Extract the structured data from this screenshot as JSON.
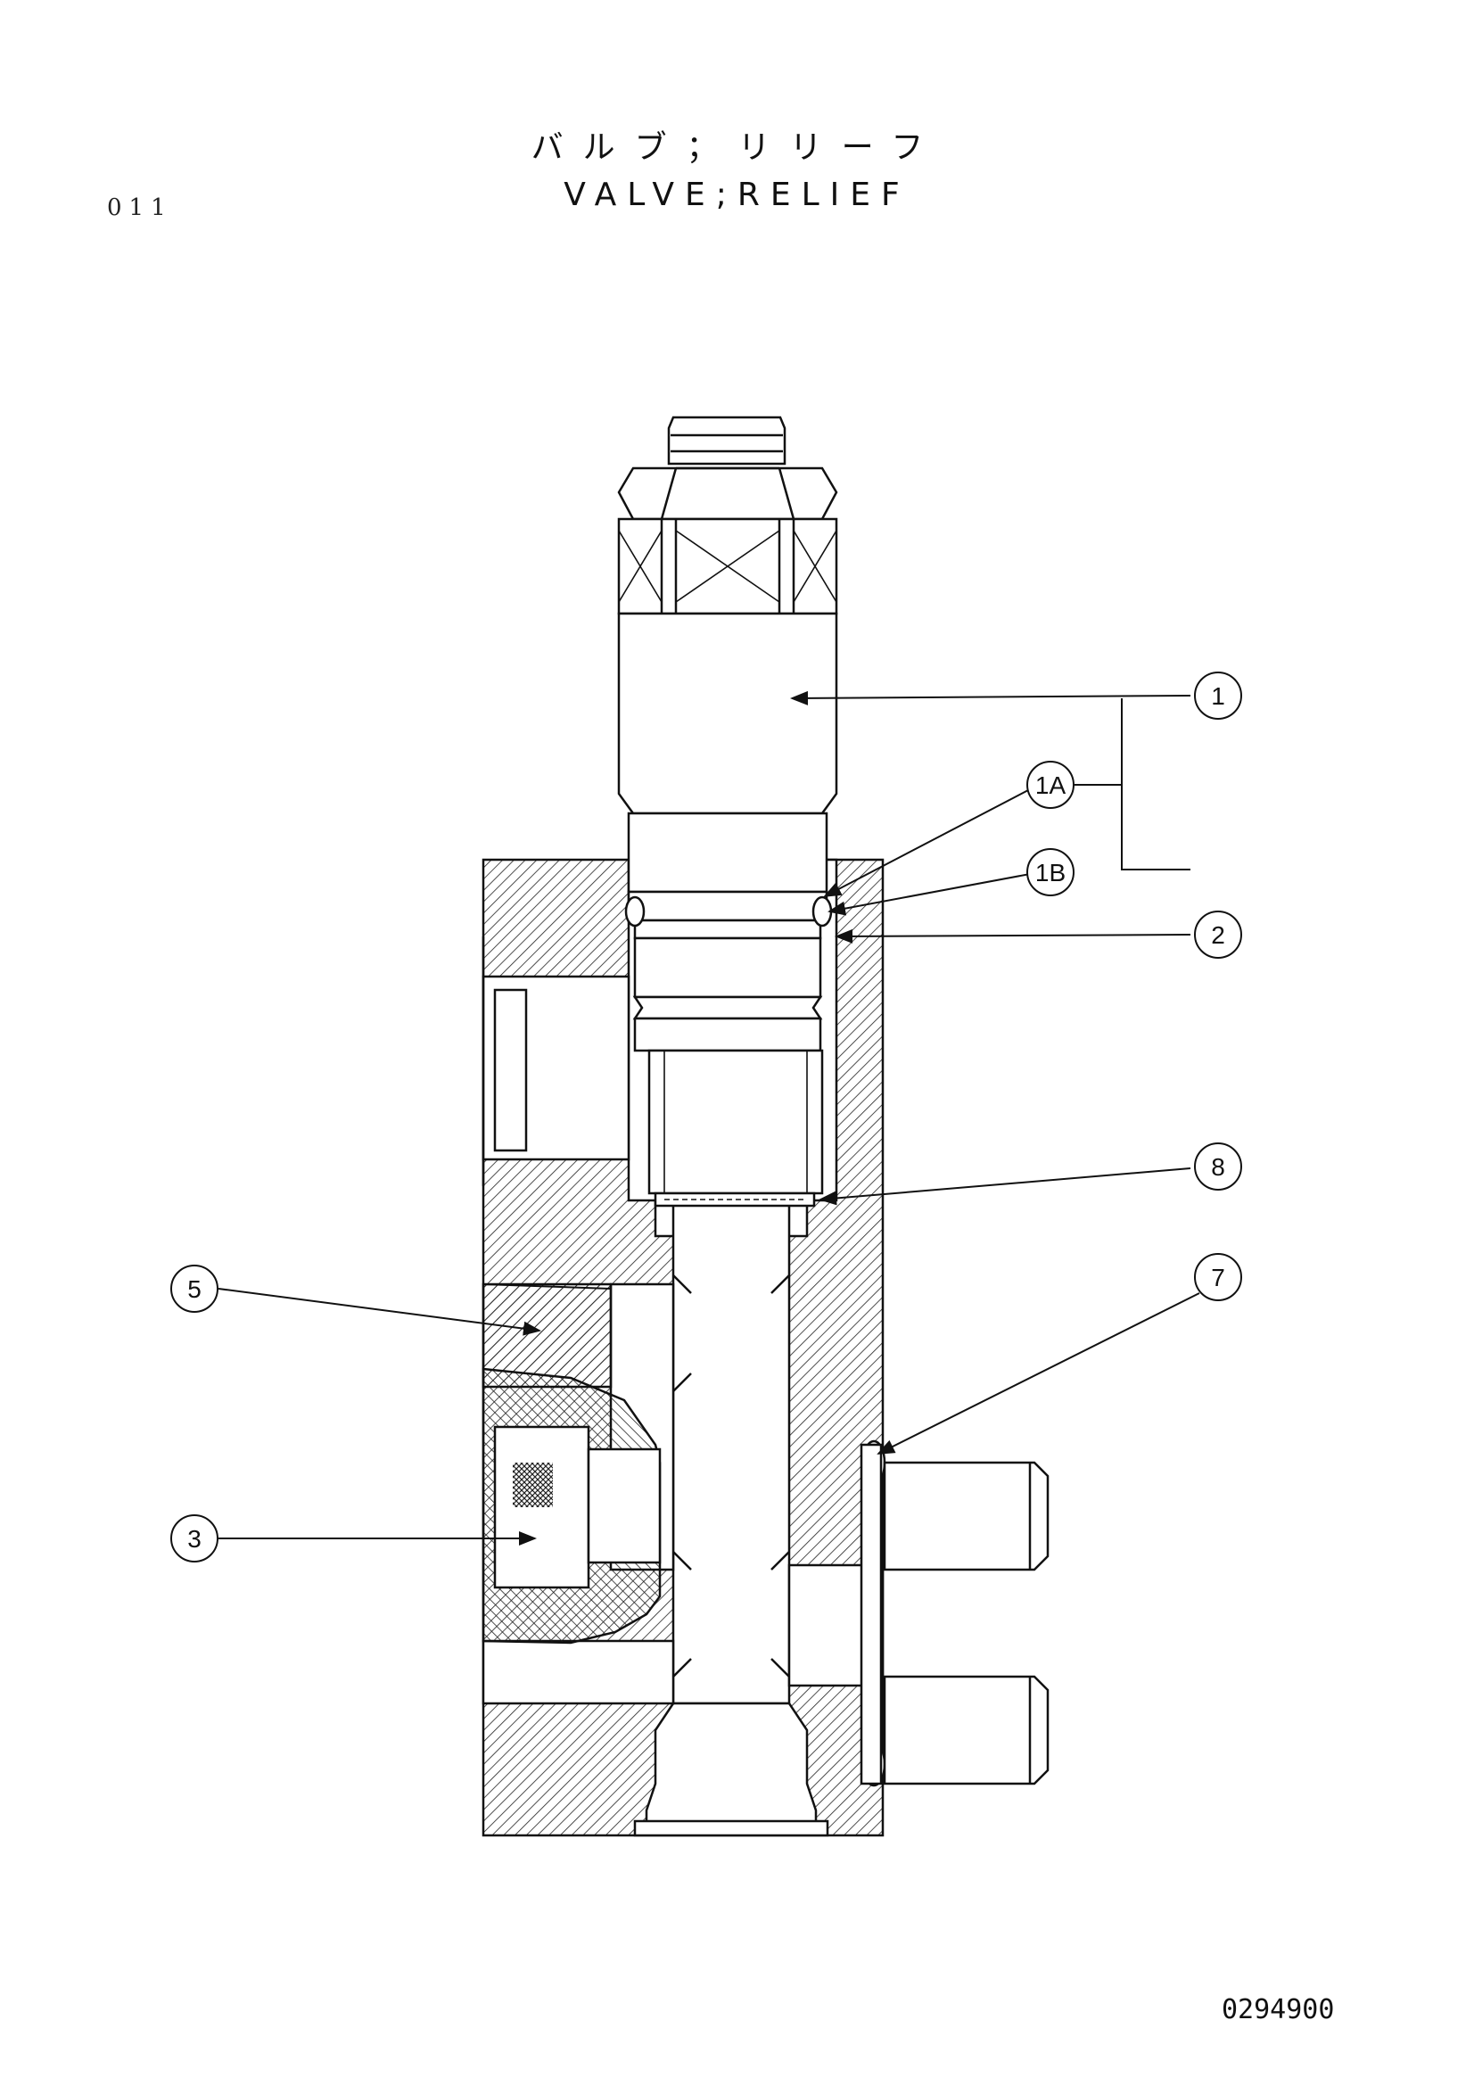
{
  "header": {
    "title_jp": "バルブ；リリーフ",
    "title_en": "VALVE;RELIEF",
    "page_code": "011"
  },
  "callouts": [
    {
      "id": "c1",
      "label": "1"
    },
    {
      "id": "c1a",
      "label": "1A"
    },
    {
      "id": "c1b",
      "label": "1B"
    },
    {
      "id": "c2",
      "label": "2"
    },
    {
      "id": "c8",
      "label": "8"
    },
    {
      "id": "c7",
      "label": "7"
    },
    {
      "id": "c5",
      "label": "5"
    },
    {
      "id": "c3",
      "label": "3"
    }
  ],
  "footer": {
    "drawing_number": "0294900"
  }
}
